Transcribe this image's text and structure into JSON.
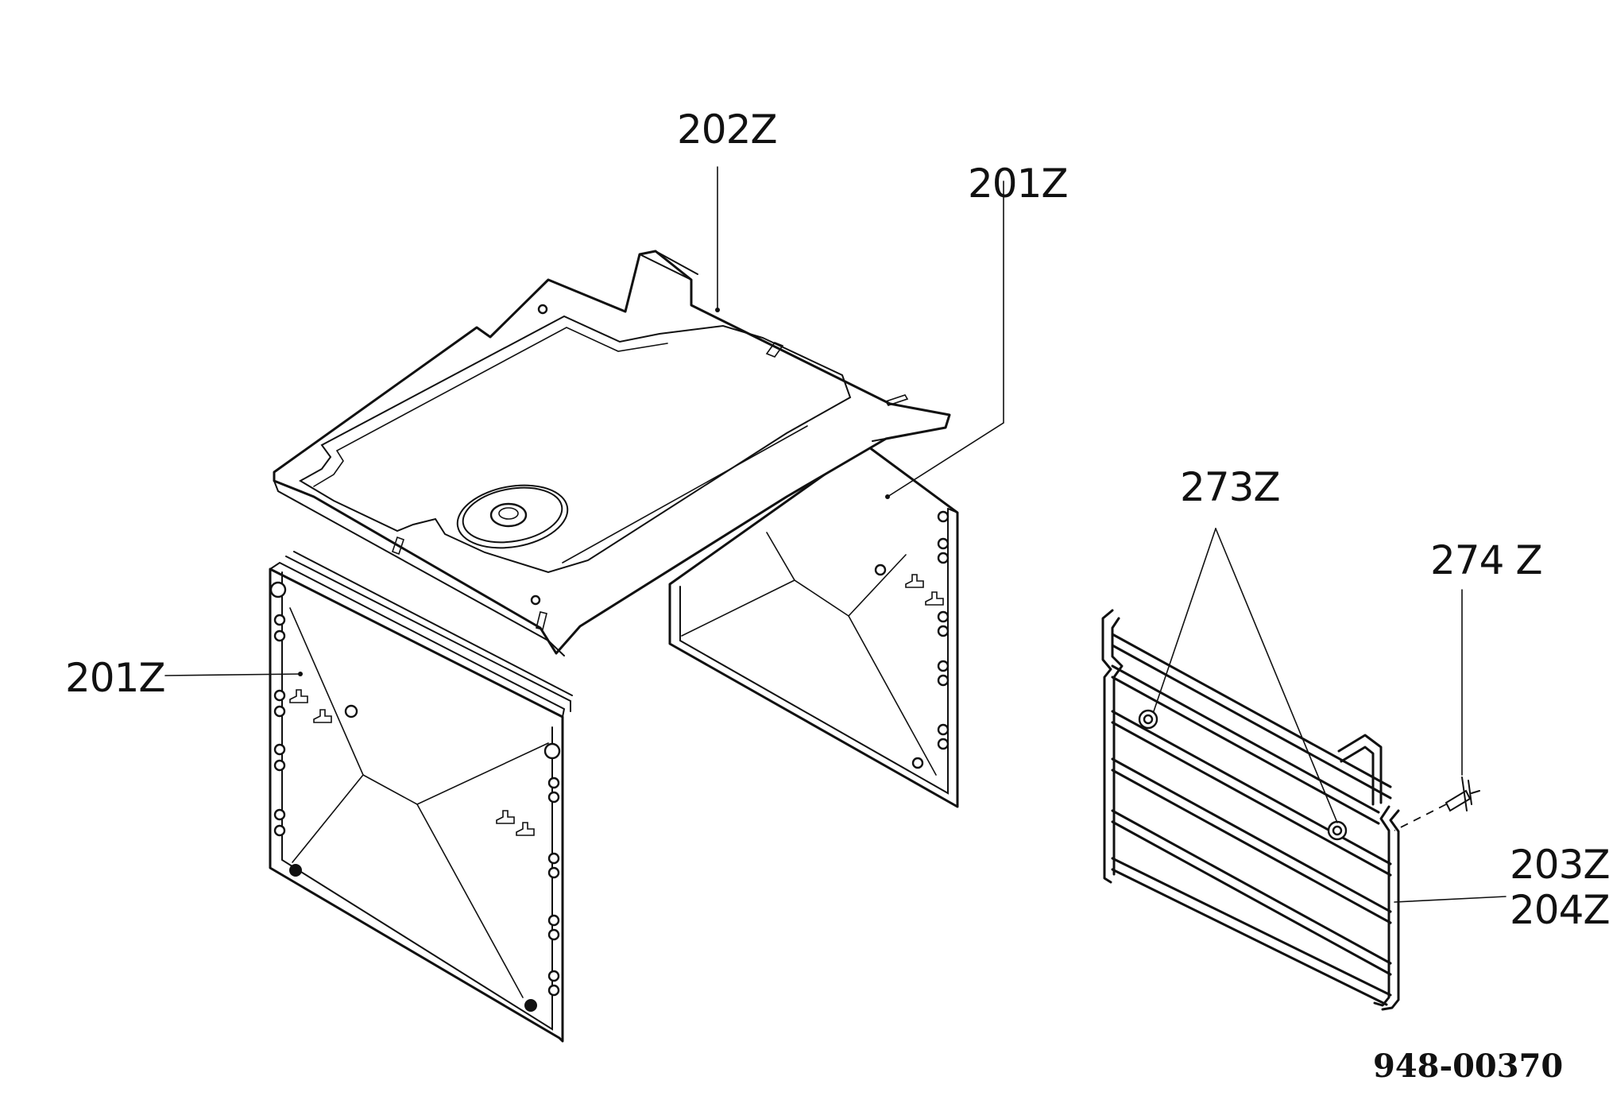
{
  "labels": {
    "top_plate": "202Z",
    "right_side_plate": "201Z",
    "left_side_plate": "201Z",
    "screws": "273Z",
    "clip": "274 Z",
    "rack_a": "203Z",
    "rack_b": "204Z"
  },
  "drawing_number": "948-00370"
}
